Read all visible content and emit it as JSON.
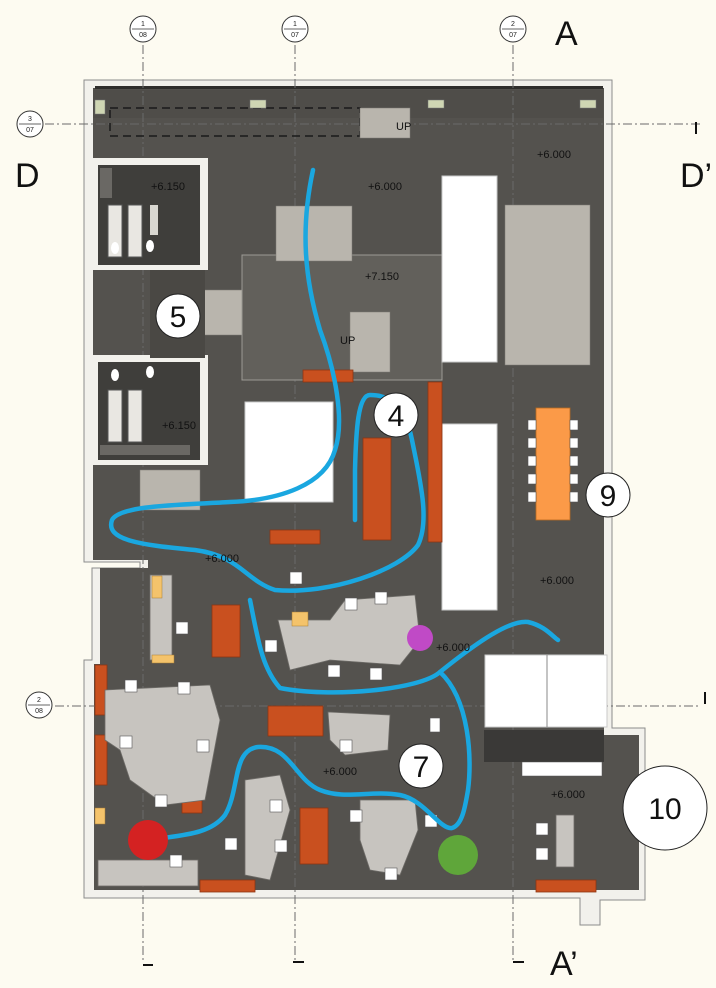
{
  "colors": {
    "floor": "#54524e",
    "wall": "#f2f1ec",
    "circulation_path": "#1aa7e0",
    "furniture_orange": "#c9501f",
    "table_orange": "#fb9a48",
    "marker_red": "#d42222",
    "marker_green": "#5fa63a",
    "marker_purple": "#c04ac6"
  },
  "grid_bubbles": [
    {
      "num": "1",
      "sheet": "08"
    },
    {
      "num": "1",
      "sheet": "07"
    },
    {
      "num": "2",
      "sheet": "07"
    },
    {
      "num": "3",
      "sheet": "07"
    },
    {
      "num": "2",
      "sheet": "08"
    }
  ],
  "section_markers": {
    "a": "A",
    "a_prime": "A’",
    "d": "D",
    "d_prime": "D’"
  },
  "space_numbers": [
    "4",
    "5",
    "7",
    "9",
    "10"
  ],
  "elevations": [
    "+6.000",
    "+6.150",
    "+7.150",
    "+6.150",
    "+6.000",
    "+6.000",
    "+6.000",
    "+6.000",
    "+6.000",
    "+6.000"
  ],
  "stair_labels": [
    "UP",
    "UP"
  ]
}
